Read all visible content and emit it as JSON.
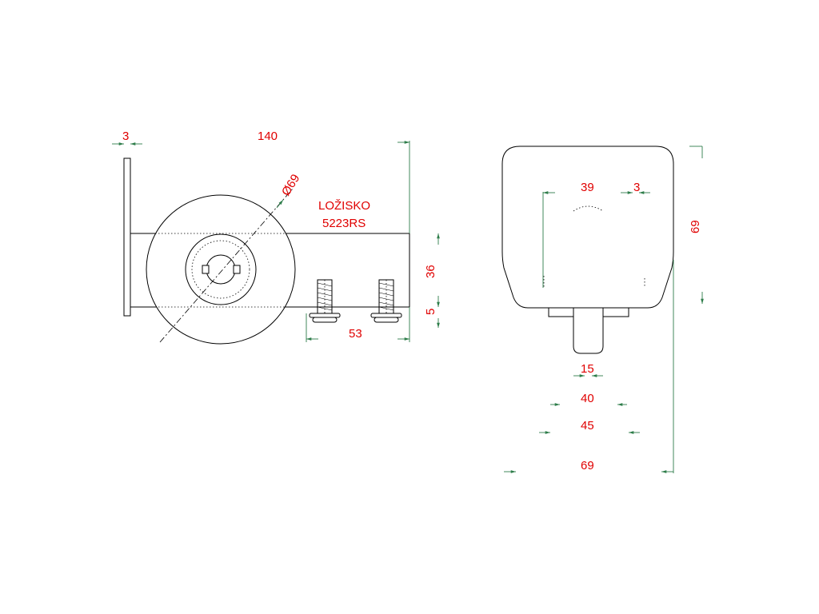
{
  "colors": {
    "part_outline": "#000000",
    "dimension_line": "#2e7d4a",
    "dimension_text": "#e00000"
  },
  "side_view": {
    "dims": {
      "plate_thickness": "3",
      "overall_length": "140",
      "wheel_diameter": "Ø69",
      "body_height": "36",
      "flange_height": "5",
      "bolt_spacing": "53"
    },
    "note": {
      "line1": "LOŽISKO",
      "line2": "5223RS"
    }
  },
  "front_view": {
    "dims": {
      "overall_height": "69",
      "inner_width": "39",
      "wall": "3",
      "axle_width": "15",
      "width_40": "40",
      "width_45": "45",
      "overall_width": "69"
    }
  }
}
